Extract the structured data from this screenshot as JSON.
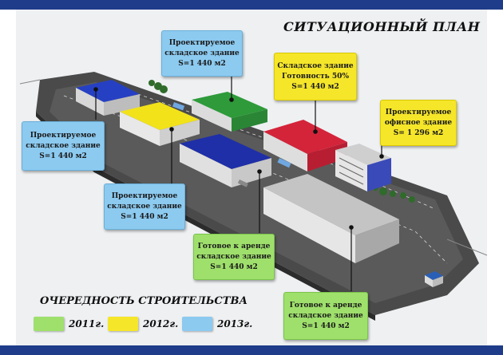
{
  "title": "СИТУАЦИОННЫЙ ПЛАН",
  "callouts": [
    {
      "id": "top-center",
      "lines": [
        "Проектируемое",
        "складское здание",
        "S=1 440 м2"
      ],
      "color": "#8ccaf0"
    },
    {
      "id": "top-right-yellow",
      "lines": [
        "Складское здание",
        "Готовность 50%",
        "S=1 440 м2"
      ],
      "color": "#f5e62a"
    },
    {
      "id": "right-office",
      "lines": [
        "Проектируемое",
        "офисное здание",
        "S= 1 296 м2"
      ],
      "color": "#f5e62a"
    },
    {
      "id": "left",
      "lines": [
        "Проектируемое",
        "складское здание",
        "S=1 440 м2"
      ],
      "color": "#8ccaf0"
    },
    {
      "id": "middle",
      "lines": [
        "Проектируемое",
        "складское здание",
        "S=1 440 м2"
      ],
      "color": "#8ccaf0"
    },
    {
      "id": "center-green",
      "lines": [
        "Готовое к аренде",
        "складское здание",
        "S=1 440 м2"
      ],
      "color": "#9fe06c"
    },
    {
      "id": "bottom-green",
      "lines": [
        "Готовое к аренде",
        "складское здание",
        "S=1 440 м2"
      ],
      "color": "#9fe06c"
    }
  ],
  "legend": {
    "title": "ОЧЕРЕДНОСТЬ СТРОИТЕЛЬСТВА",
    "items": [
      {
        "label": "2011г.",
        "color": "#9fe06c"
      },
      {
        "label": "2012г.",
        "color": "#f5e62a"
      },
      {
        "label": "2013г.",
        "color": "#8ccaf0"
      }
    ]
  },
  "colors": {
    "brand_band": "#1f3c8a",
    "site_ground": "#3a3a3a",
    "building_blue": "#1f2fa8",
    "building_yellow": "#f2e21a",
    "building_green": "#2e9a3a",
    "building_red": "#d4243a",
    "building_gray": "#b8b8b8"
  }
}
